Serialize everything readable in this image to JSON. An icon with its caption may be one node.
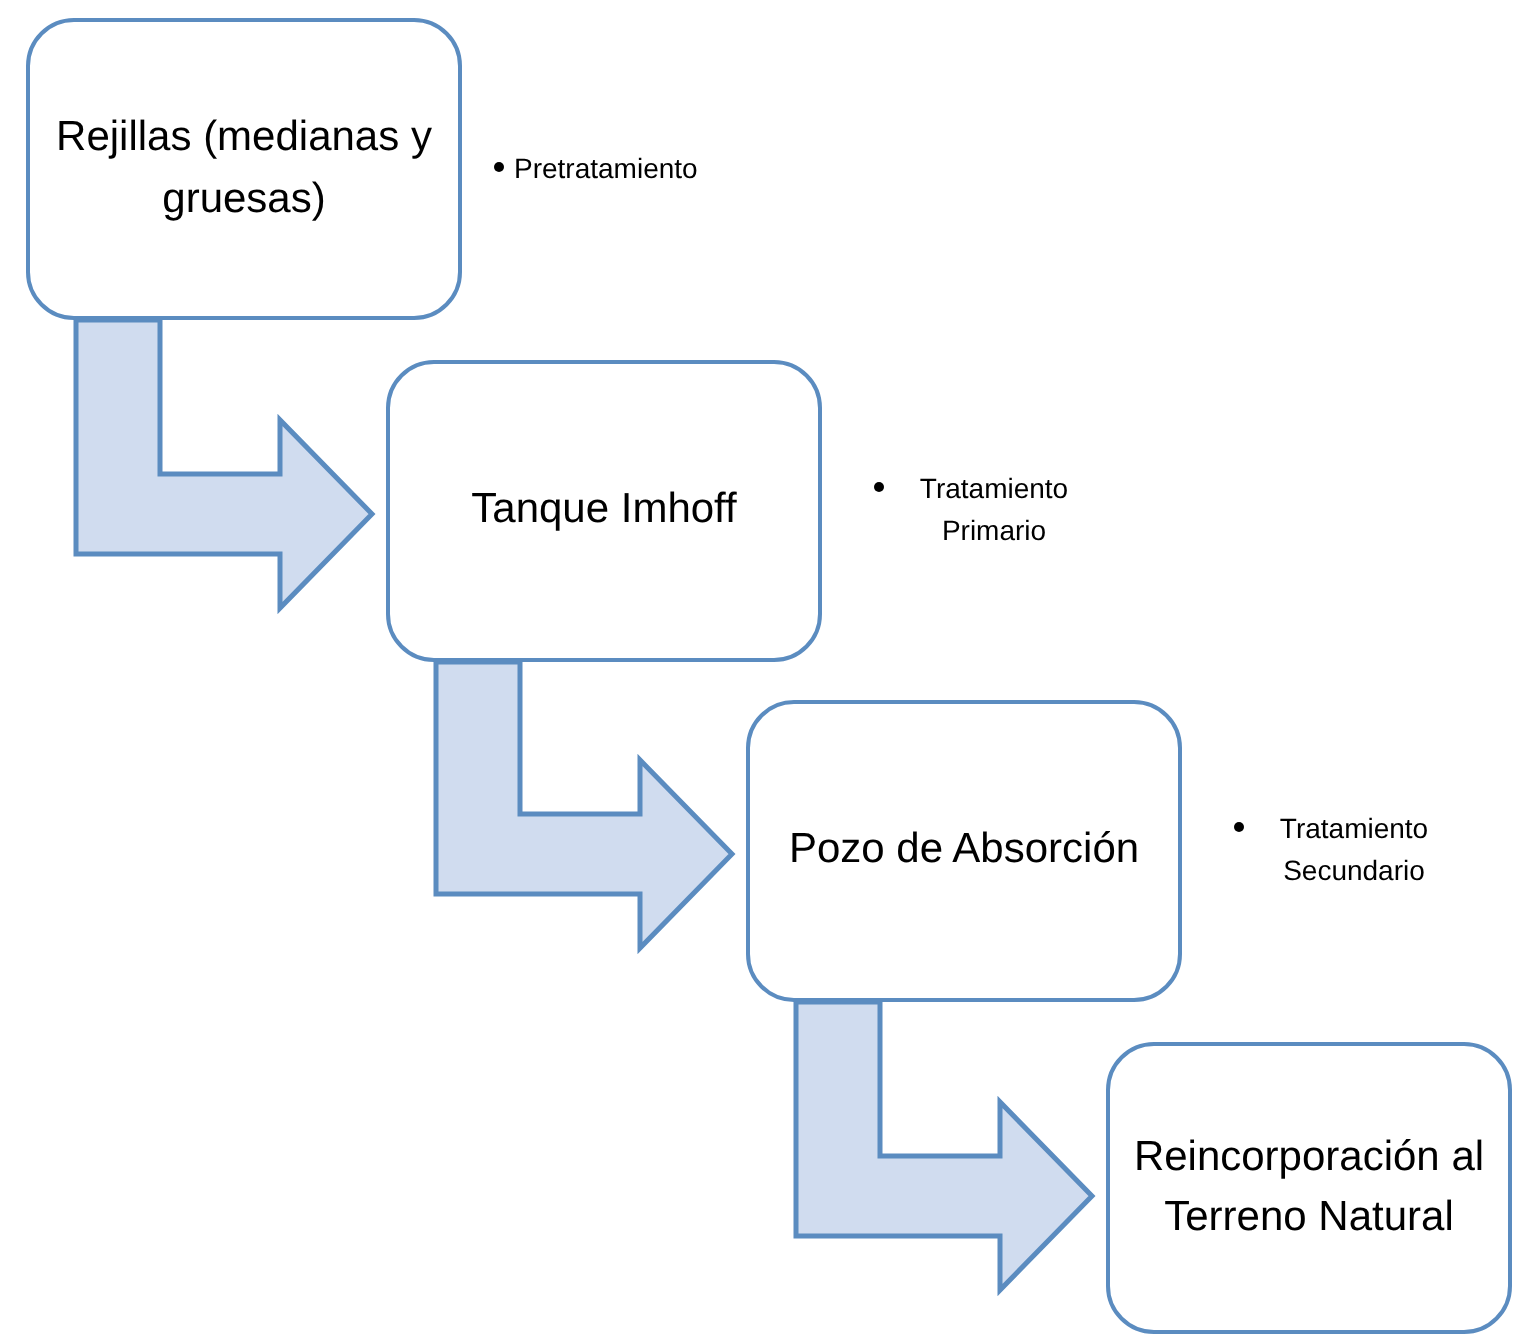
{
  "diagram": {
    "nodes": [
      {
        "text": [
          "Rejillas (medianas y gruesas)"
        ],
        "beside": [
          "Pretratamiento"
        ]
      },
      {
        "text": [
          "Tanque Imhoff"
        ],
        "beside": [
          "Tratamiento Primario"
        ]
      },
      {
        "text": [
          "Pozo de Absorción"
        ],
        "beside": [
          "Tratamiento Secundario"
        ]
      },
      {
        "text": [
          "Reincorporación al Terreno Natural"
        ]
      }
    ],
    "edges": [
      {
        "from": 0,
        "to": 1,
        "arrow": "to"
      },
      {
        "from": 1,
        "to": 2,
        "arrow": "to"
      },
      {
        "from": 2,
        "to": 3,
        "arrow": "to"
      }
    ]
  }
}
